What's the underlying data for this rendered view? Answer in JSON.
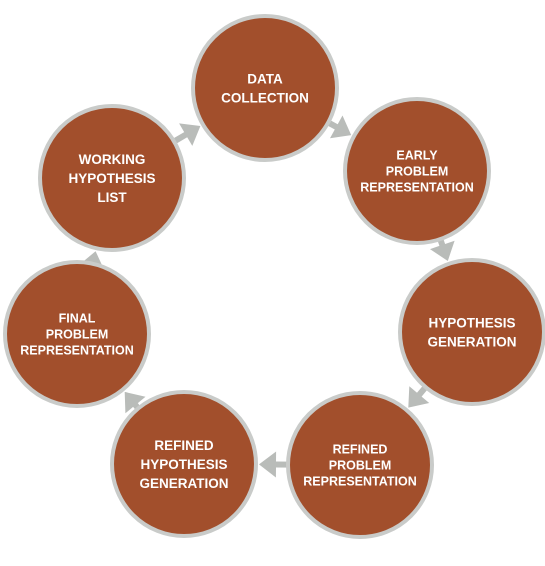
{
  "colors": {
    "node_fill": "#a24f2c",
    "node_ring": "#c9cbc9",
    "arrow": "#b9bcb9",
    "text": "#ffffff"
  },
  "nodes": [
    {
      "id": "data-collection",
      "lines": [
        "DATA",
        "COLLECTION"
      ]
    },
    {
      "id": "early-problem-representation",
      "lines": [
        "EARLY",
        "PROBLEM",
        "REPRESENTATION"
      ]
    },
    {
      "id": "hypothesis-generation",
      "lines": [
        "HYPOTHESIS",
        "GENERATION"
      ]
    },
    {
      "id": "refined-problem-representation",
      "lines": [
        "REFINED",
        "PROBLEM",
        "REPRESENTATION"
      ]
    },
    {
      "id": "refined-hypothesis-generation",
      "lines": [
        "REFINED",
        "HYPOTHESIS",
        "GENERATION"
      ]
    },
    {
      "id": "final-problem-representation",
      "lines": [
        "FINAL",
        "PROBLEM",
        "REPRESENTATION"
      ]
    },
    {
      "id": "working-hypothesis-list",
      "lines": [
        "WORKING",
        "HYPOTHESIS",
        "LIST"
      ]
    }
  ]
}
